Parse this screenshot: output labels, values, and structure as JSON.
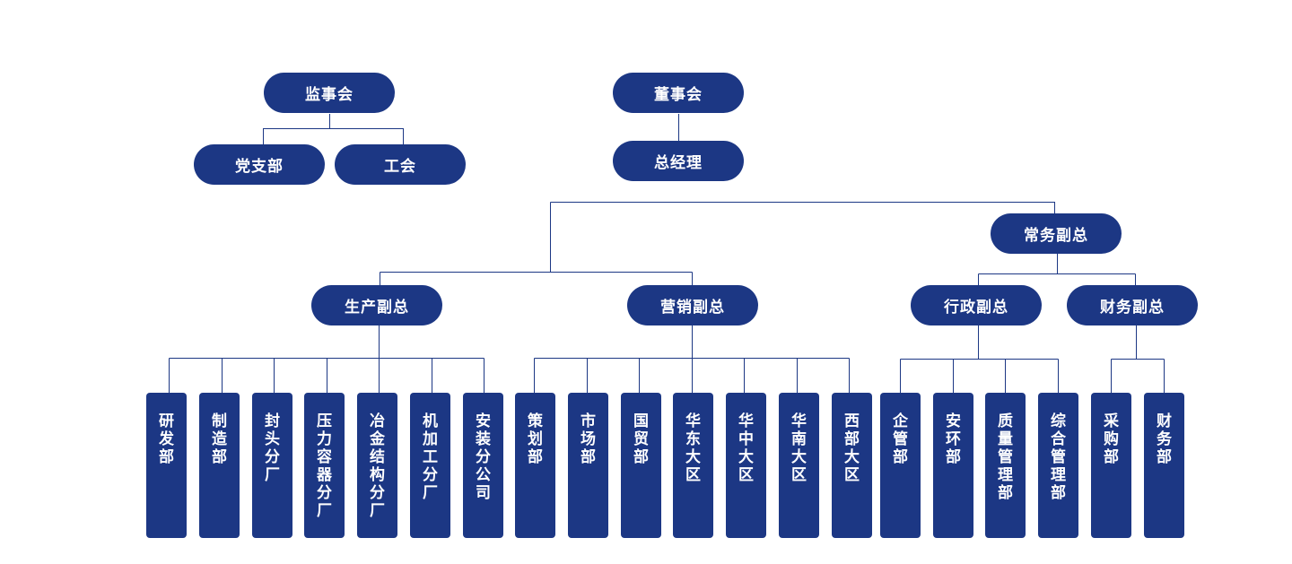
{
  "org_chart": {
    "supervisory_board": "监事会",
    "party_branch": "党支部",
    "labor_union": "工会",
    "board_of_directors": "董事会",
    "general_manager": "总经理",
    "executive_vp": "常务副总",
    "vp_production": "生产副总",
    "vp_marketing": "营销副总",
    "vp_admin": "行政副总",
    "vp_finance": "财务副总",
    "production_units": [
      "研发部",
      "制造部",
      "封头分厂",
      "压力容器分厂",
      "冶金结构分厂",
      "机加工分厂",
      "安装分公司"
    ],
    "marketing_units": [
      "策划部",
      "市场部",
      "国贸部",
      "华东大区",
      "华中大区",
      "华南大区",
      "西部大区"
    ],
    "admin_units": [
      "企管部",
      "安环部",
      "质量管理部",
      "综合管理部"
    ],
    "finance_units": [
      "采购部",
      "财务部"
    ]
  },
  "colors": {
    "node_fill": "#1c3784",
    "connector": "#1c3784",
    "text": "#ffffff"
  }
}
